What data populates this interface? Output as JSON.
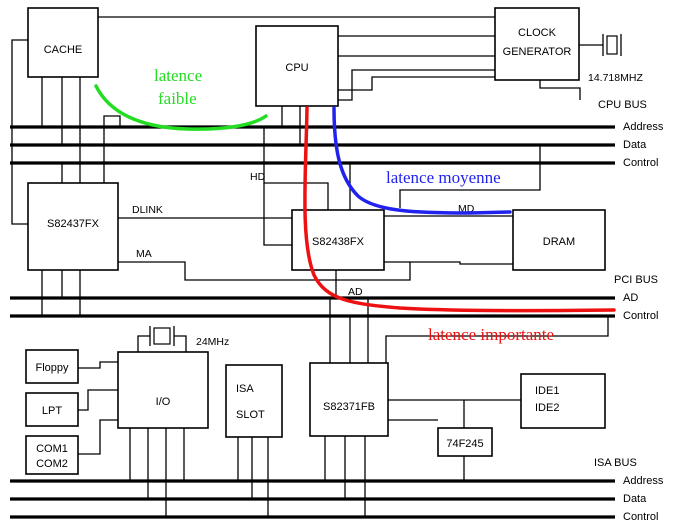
{
  "blocks": {
    "cache": "CACHE",
    "cpu": "CPU",
    "clock_line1": "CLOCK",
    "clock_line2": "GENERATOR",
    "clock_freq": "14.718MHZ",
    "s82437fx": "S82437FX",
    "s82438fx": "S82438FX",
    "dram": "DRAM",
    "floppy": "Floppy",
    "lpt": "LPT",
    "com1": "COM1",
    "com2": "COM2",
    "io": "I/O",
    "io_clock": "24MHz",
    "isa_line1": "ISA",
    "isa_line2": "SLOT",
    "s82371fb": "S82371FB",
    "ide1": "IDE1",
    "ide2": "IDE2",
    "buffer": "74F245"
  },
  "signals": {
    "hd": "HD",
    "dlink": "DLINK",
    "md": "MD",
    "ma": "MA",
    "ad": "AD"
  },
  "buses": {
    "cpu_bus": "CPU BUS",
    "cpu_address": "Address",
    "cpu_data": "Data",
    "cpu_control": "Control",
    "pci_bus": "PCI BUS",
    "pci_ad": "AD",
    "pci_control": "Control",
    "isa_bus": "ISA BUS",
    "isa_address": "Address",
    "isa_data": "Data",
    "isa_control": "Control"
  },
  "latency": {
    "low_line1": "latence",
    "low_line2": "faible",
    "low_color": "#22dd22",
    "medium": "latence moyenne",
    "medium_color": "#2222ee",
    "high": "latence importante",
    "high_color": "#ee1111"
  }
}
